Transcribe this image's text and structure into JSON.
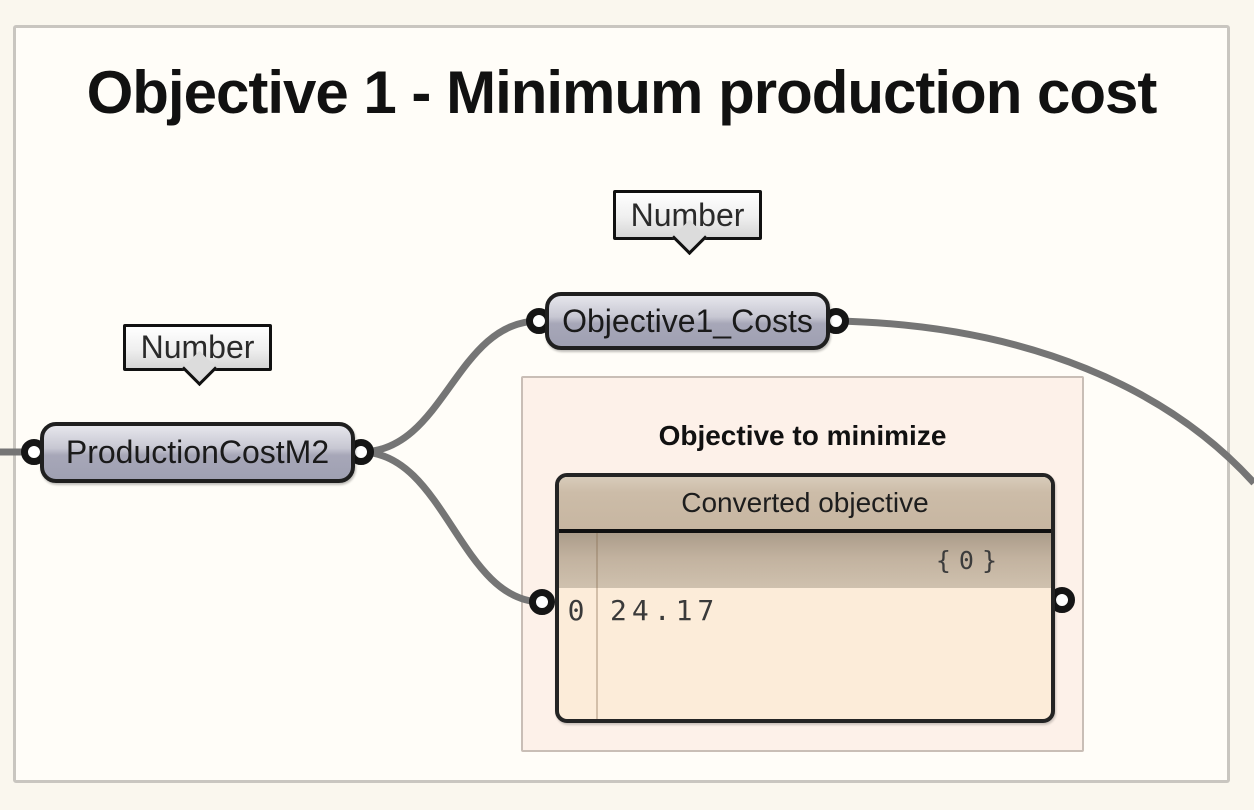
{
  "group": {
    "title": "Objective 1 - Minimum production cost"
  },
  "subgroup": {
    "label": "Objective to minimize"
  },
  "nodes": {
    "production": {
      "label": "ProductionCostM2",
      "tooltip": "Number"
    },
    "objective": {
      "label": "Objective1_Costs",
      "tooltip": "Number"
    }
  },
  "panel": {
    "title": "Converted objective",
    "branch_label": "{0}",
    "rows": [
      {
        "index": "0",
        "value": "24.17"
      }
    ]
  },
  "icons": {
    "input_port": "left-ring-port",
    "output_port": "right-ring-port",
    "tooltip_tail": "chevron-down"
  },
  "colors": {
    "canvas_bg": "#faf7ee",
    "group_bg": "#fffdf8",
    "group_border": "#c9c6c0",
    "subgroup_bg": "#fdf1e9",
    "subgroup_border": "#c9beb6",
    "wire": "#757575",
    "node_border": "#1f1f1f",
    "node_fill_top": "#e6e6ec",
    "node_fill_bottom": "#9fa0b2",
    "panel_border": "#242424",
    "panel_header": "#ccbca8",
    "panel_branch_band": "#b8a996",
    "panel_body": "#fcecd9",
    "title_color": "#111111"
  }
}
